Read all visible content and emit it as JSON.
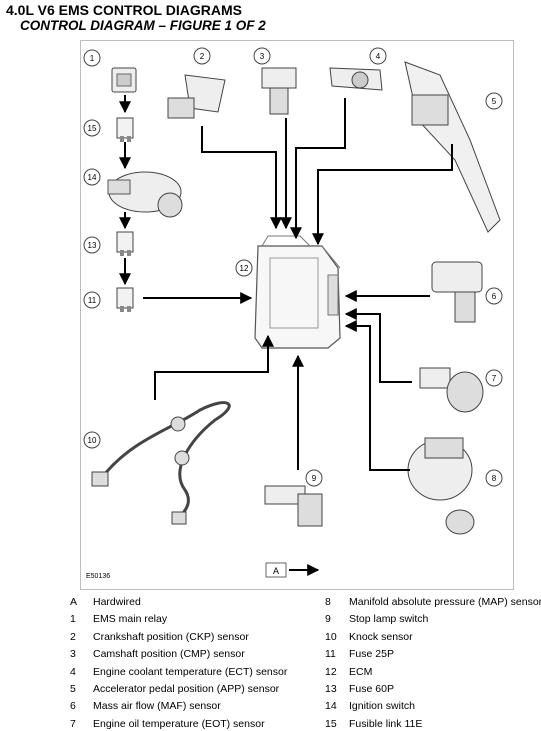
{
  "title": "4.0L V6 EMS CONTROL DIAGRAMS",
  "subtitle": "CONTROL DIAGRAM – FIGURE 1 OF 2",
  "figure_code": "E50136",
  "key_box_label": "A",
  "callouts": {
    "c1": "1",
    "c2": "2",
    "c3": "3",
    "c4": "4",
    "c5": "5",
    "c6": "6",
    "c7": "7",
    "c8": "8",
    "c9": "9",
    "c10": "10",
    "c11": "11",
    "c12": "12",
    "c13": "13",
    "c14": "14",
    "c15": "15"
  },
  "legend_left": [
    {
      "code": "A",
      "label": "Hardwired"
    },
    {
      "code": "1",
      "label": "EMS main relay"
    },
    {
      "code": "2",
      "label": "Crankshaft position (CKP) sensor"
    },
    {
      "code": "3",
      "label": "Camshaft position (CMP) sensor"
    },
    {
      "code": "4",
      "label": "Engine coolant temperature (ECT) sensor"
    },
    {
      "code": "5",
      "label": "Accelerator pedal position (APP) sensor"
    },
    {
      "code": "6",
      "label": "Mass air flow (MAF) sensor"
    },
    {
      "code": "7",
      "label": "Engine oil temperature (EOT) sensor"
    }
  ],
  "legend_right": [
    {
      "code": "8",
      "label": "Manifold absolute pressure (MAP) sensor"
    },
    {
      "code": "9",
      "label": "Stop lamp switch"
    },
    {
      "code": "10",
      "label": "Knock sensor"
    },
    {
      "code": "11",
      "label": "Fuse 25P"
    },
    {
      "code": "12",
      "label": "ECM"
    },
    {
      "code": "13",
      "label": "Fuse 60P"
    },
    {
      "code": "14",
      "label": "Ignition switch"
    },
    {
      "code": "15",
      "label": "Fusible link 11E"
    }
  ]
}
